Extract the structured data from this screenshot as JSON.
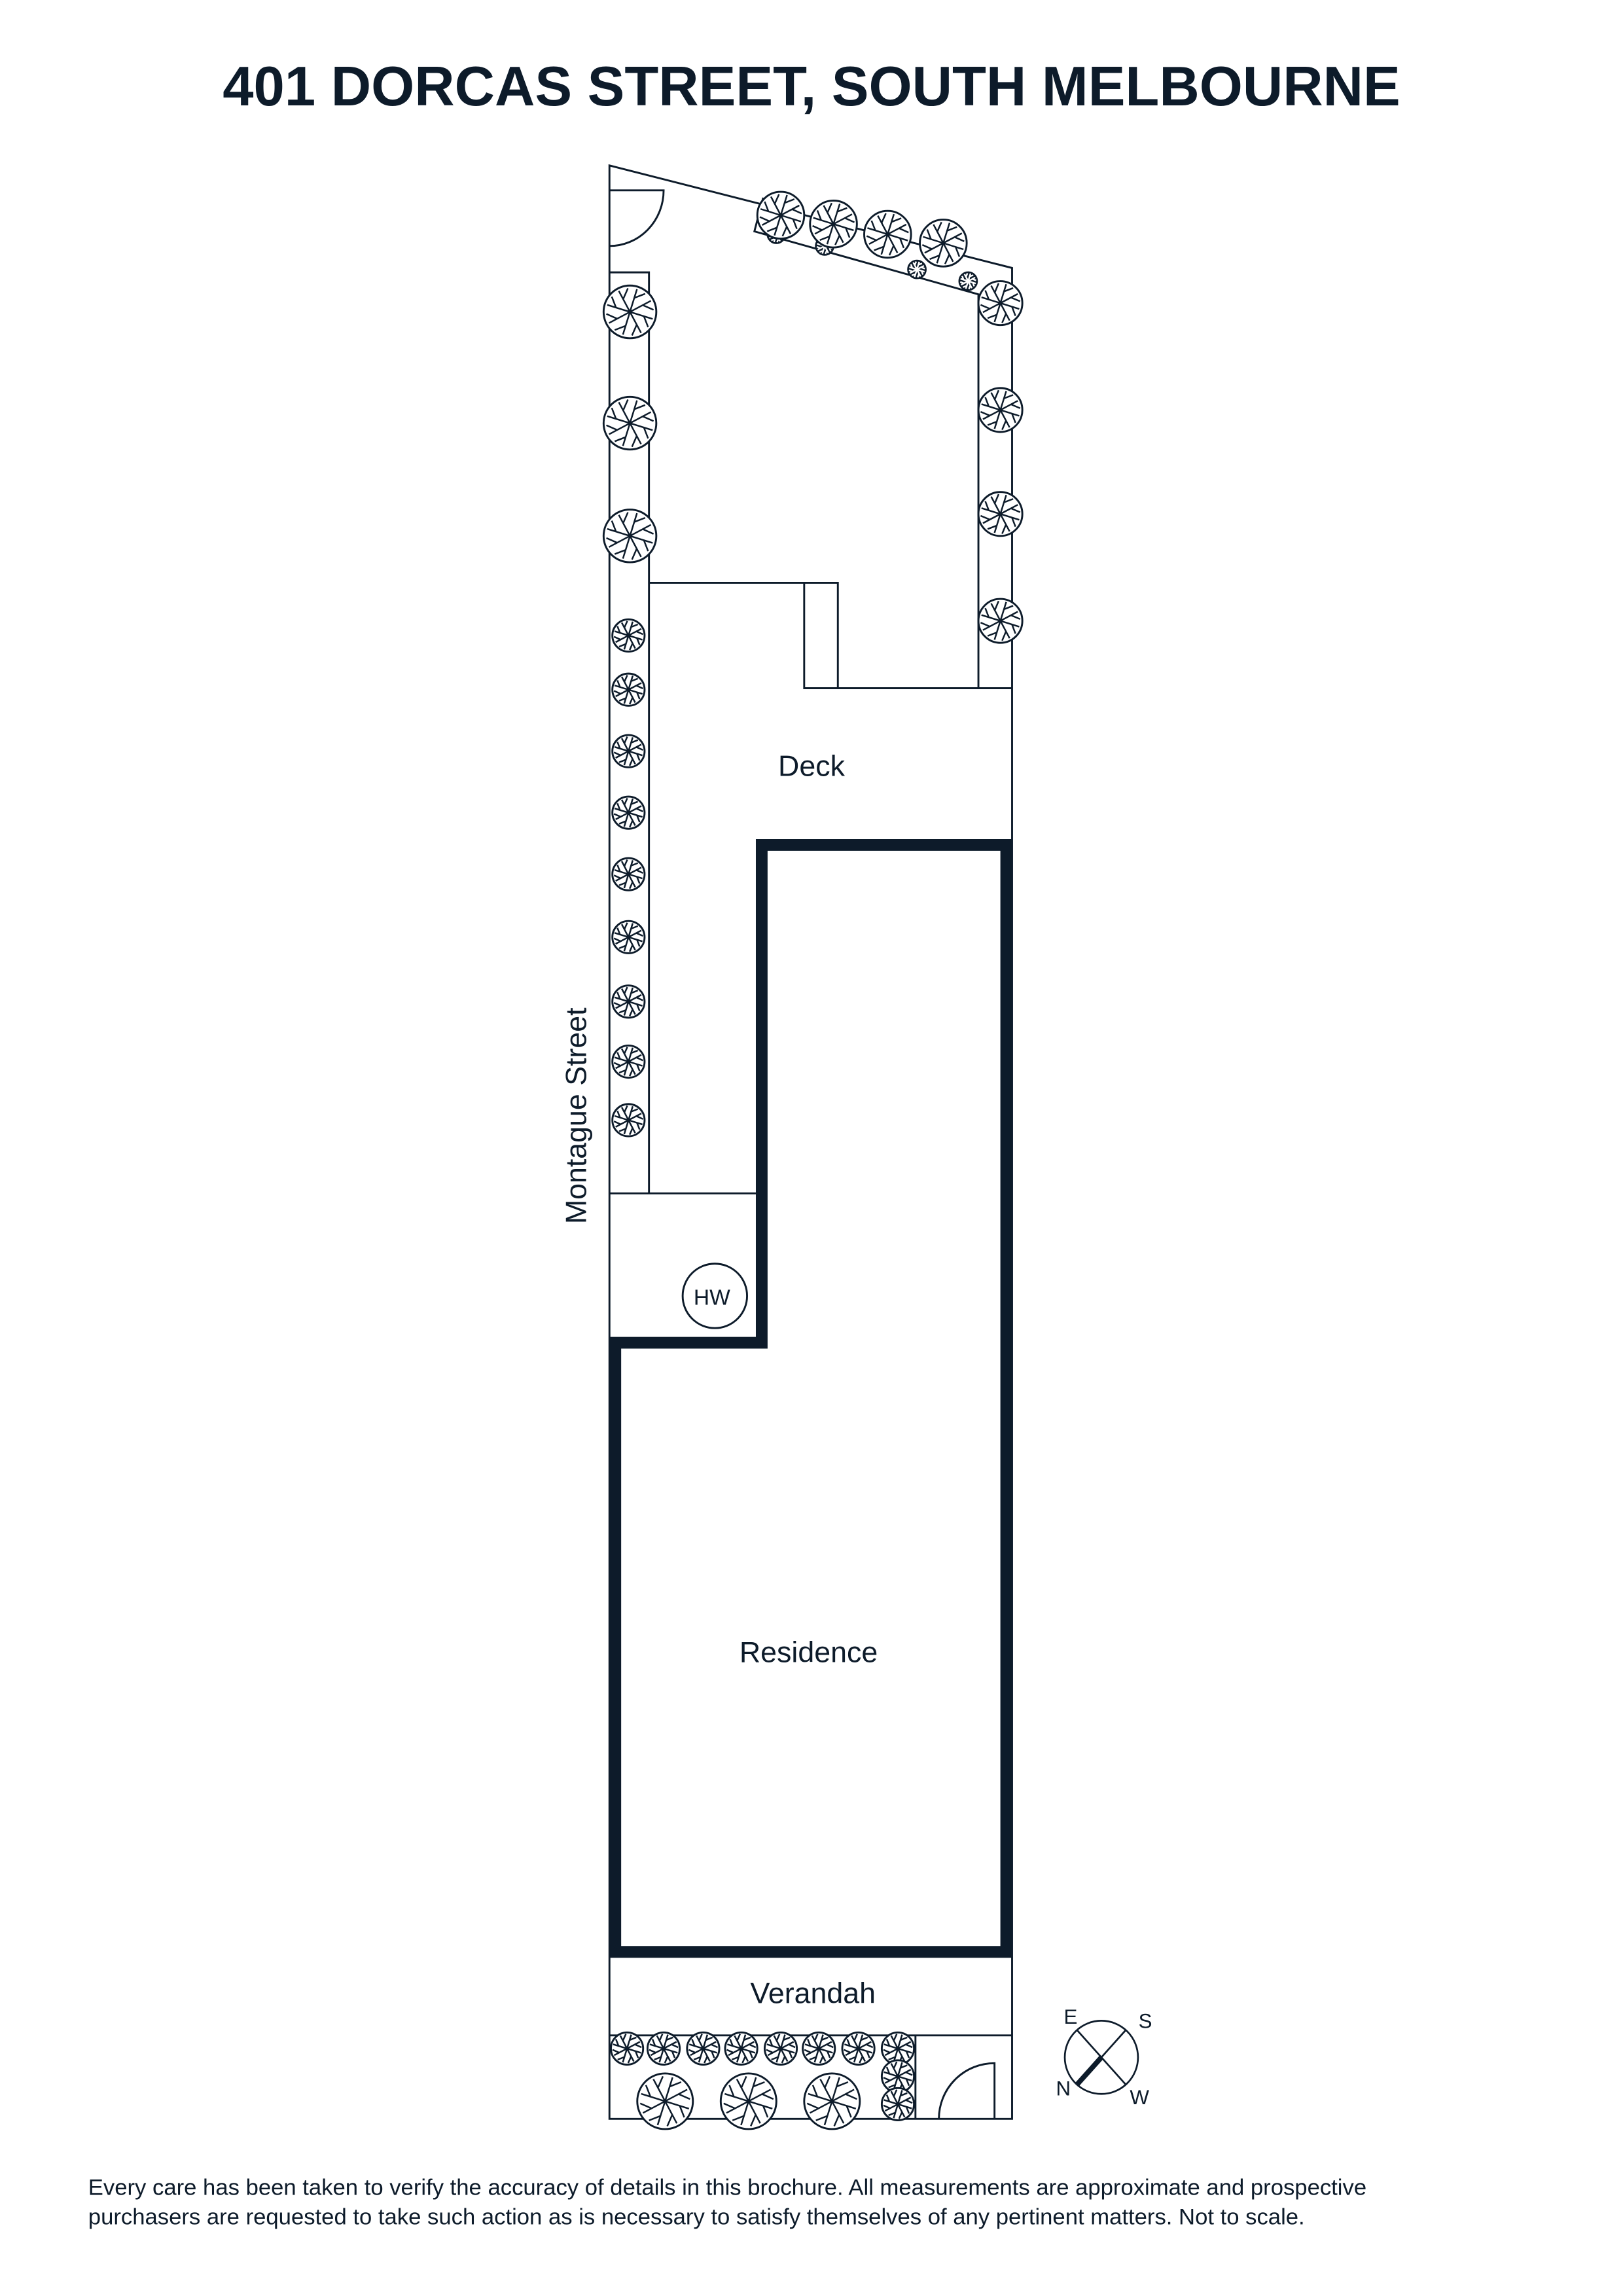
{
  "title": "401 DORCAS STREET, SOUTH MELBOURNE",
  "rooms": {
    "deck": "Deck",
    "residence": "Residence",
    "verandah": "Verandah",
    "hot_water": "HW"
  },
  "street_label": "Montague Street",
  "compass": {
    "n": "N",
    "e": "E",
    "s": "S",
    "w": "W"
  },
  "disclaimer": {
    "line1": "Every care has been taken to verify the accuracy of details in this brochure. All measurements are approximate and prospective",
    "line2": "purchasers are requested to take such action as is necessary to satisfy themselves of any pertinent matters. Not to scale."
  },
  "colors": {
    "ink": "#0d1b2a"
  }
}
